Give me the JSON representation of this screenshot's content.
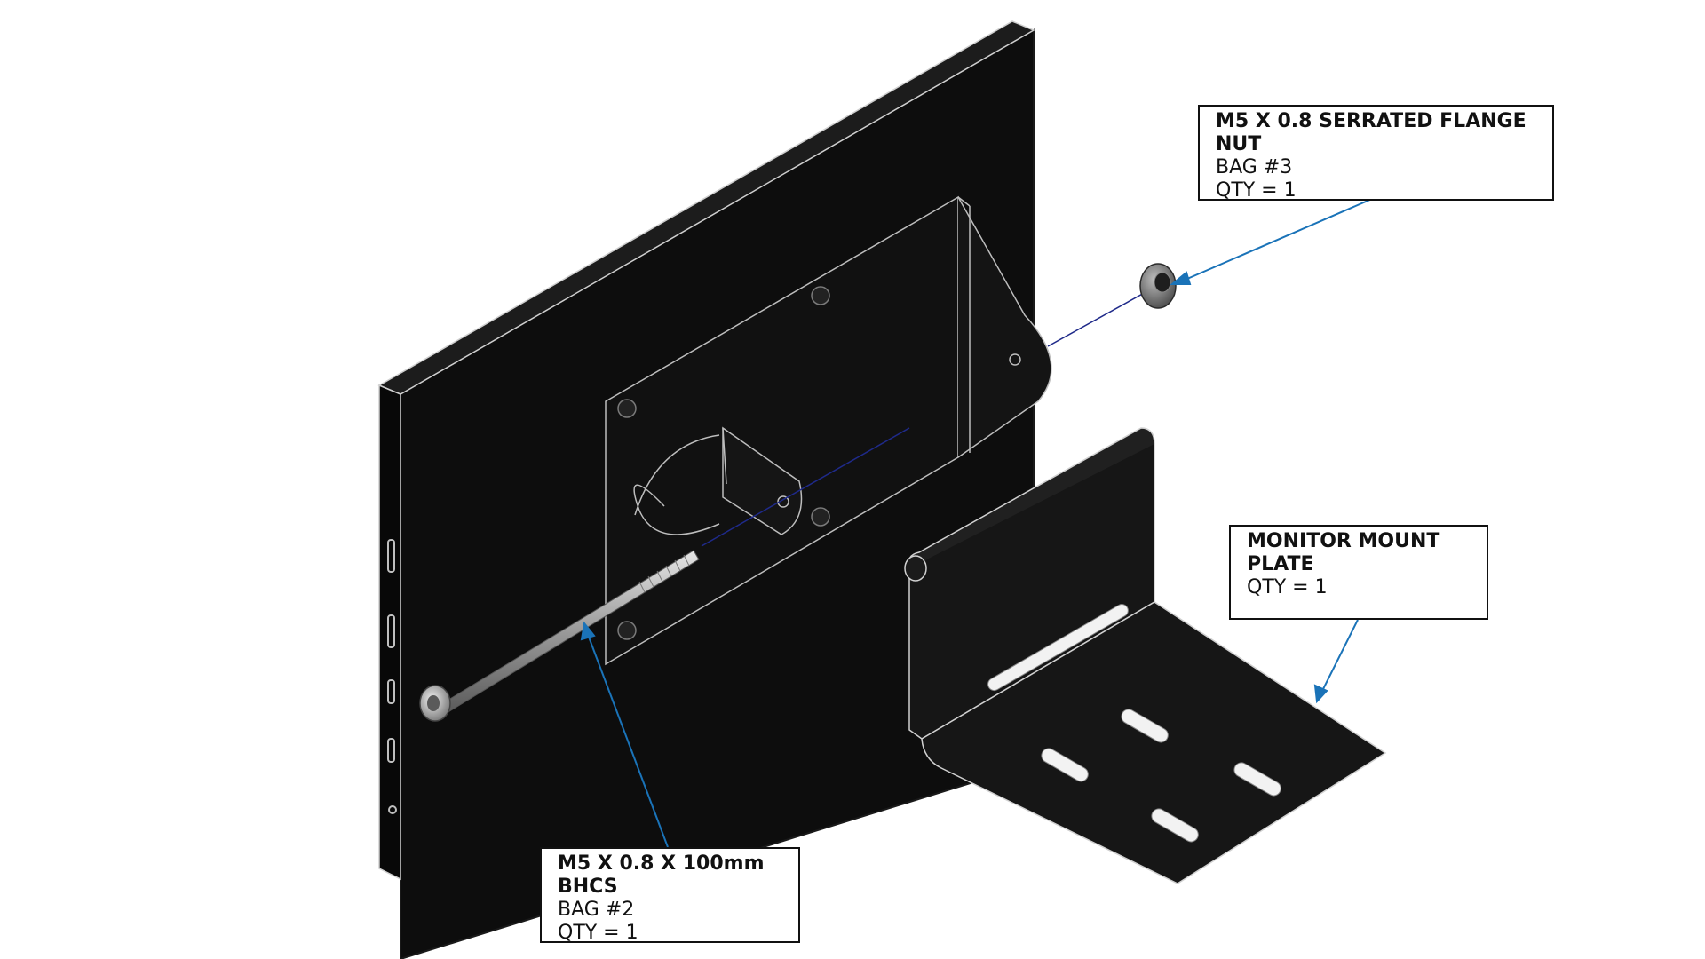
{
  "callouts": {
    "nut": {
      "title": "M5 X 0.8 SERRATED FLANGE NUT",
      "bag": "BAG #3",
      "qty": "QTY = 1"
    },
    "plate": {
      "title": "MONITOR MOUNT PLATE",
      "qty": "QTY = 1"
    },
    "screw": {
      "title": "M5 X 0.8 X 100mm BHCS",
      "bag": "BAG #2",
      "qty": "QTY = 1"
    }
  },
  "colors": {
    "background": "#ffffff",
    "part_black": "#0d0d0d",
    "leader_blue": "#1a73b8",
    "axis_navy": "#1f2a8a",
    "steel": "#b8b8b8"
  },
  "icons": [
    "monitor-illustration",
    "mount-bracket-illustration",
    "bolt-illustration",
    "flange-nut-illustration",
    "monitor-mount-plate-illustration"
  ]
}
